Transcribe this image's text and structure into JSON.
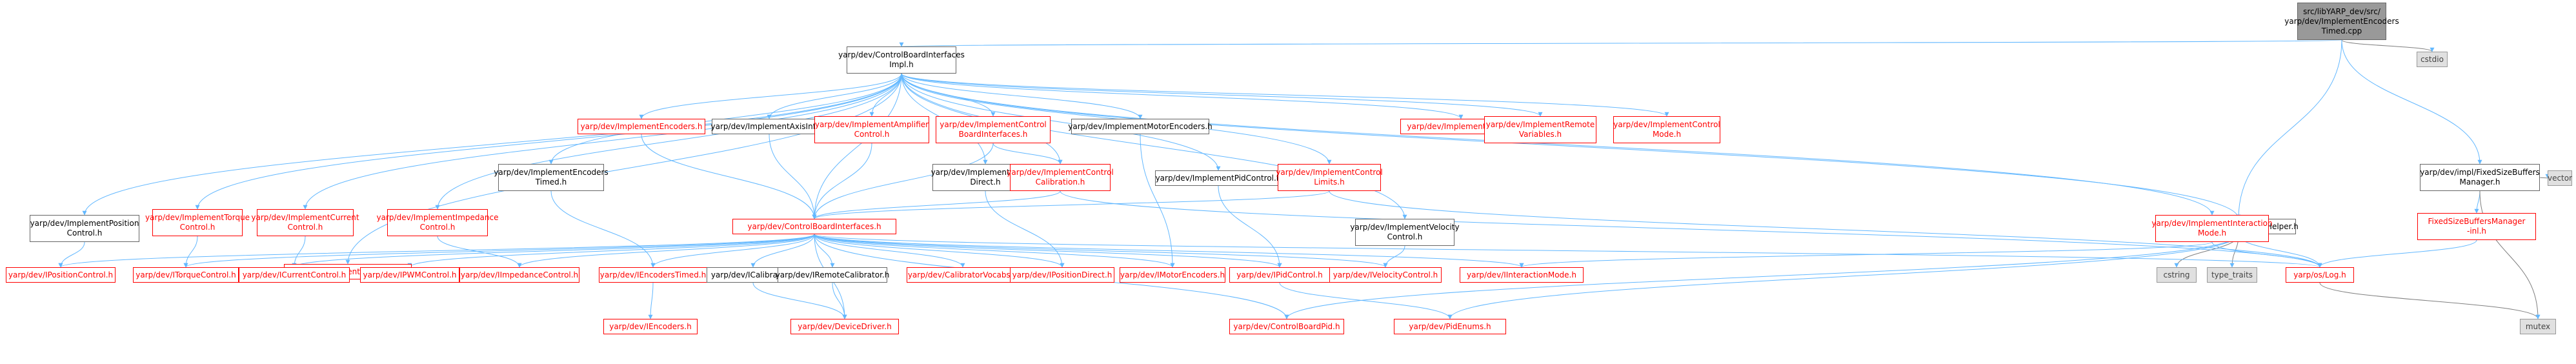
{
  "colors": {
    "edge": "#63b8ff",
    "edge_gray": "#7f7f7f",
    "missing": "#ff0000"
  },
  "nodes": [
    {
      "id": "root",
      "lines": [
        "src/libYARP_dev/src/",
        "yarp/dev/ImplementEncoders",
        "Timed.cpp"
      ],
      "style": "root"
    },
    {
      "id": "cbii",
      "lines": [
        "yarp/dev/ControlBoardInterfaces",
        "Impl.h"
      ],
      "style": "normal"
    },
    {
      "id": "cstdio",
      "lines": [
        "cstdio"
      ],
      "style": "gray"
    },
    {
      "id": "fsb",
      "lines": [
        "yarp/dev/impl/FixedSizeBuffers",
        "Manager.h"
      ],
      "style": "normal"
    },
    {
      "id": "vector",
      "lines": [
        "vector"
      ],
      "style": "gray"
    },
    {
      "id": "fsbinl",
      "lines": [
        "FixedSizeBuffersManager",
        "-inl.h"
      ],
      "style": "red"
    },
    {
      "id": "mutex",
      "lines": [
        "mutex"
      ],
      "style": "gray"
    },
    {
      "id": "cbh",
      "lines": [
        "yarp/dev/ControlBoardHelper.h"
      ],
      "style": "normal"
    },
    {
      "id": "cstring",
      "lines": [
        "cstring"
      ],
      "style": "gray"
    },
    {
      "id": "typetraits",
      "lines": [
        "type_traits"
      ],
      "style": "gray"
    },
    {
      "id": "log",
      "lines": [
        "yarp/os/Log.h"
      ],
      "style": "red"
    },
    {
      "id": "cbi",
      "lines": [
        "yarp/dev/ControlBoardInterfaces.h"
      ],
      "style": "red"
    },
    {
      "id": "implpos",
      "lines": [
        "yarp/dev/ImplementPosition",
        "Control.h"
      ],
      "style": "normal"
    },
    {
      "id": "impltorque",
      "lines": [
        "yarp/dev/ImplementTorque",
        "Control.h"
      ],
      "style": "red"
    },
    {
      "id": "implcurrent",
      "lines": [
        "yarp/dev/ImplementCurrent",
        "Control.h"
      ],
      "style": "red"
    },
    {
      "id": "implpwm",
      "lines": [
        "yarp/dev/ImplementPWMControl.h"
      ],
      "style": "red"
    },
    {
      "id": "implimped",
      "lines": [
        "yarp/dev/ImplementImpedance",
        "Control.h"
      ],
      "style": "red"
    },
    {
      "id": "implenctimed",
      "lines": [
        "yarp/dev/ImplementEncoders",
        "Timed.h"
      ],
      "style": "normal"
    },
    {
      "id": "implenc",
      "lines": [
        "yarp/dev/ImplementEncoders.h"
      ],
      "style": "red"
    },
    {
      "id": "implaxis",
      "lines": [
        "yarp/dev/ImplementAxisInfo.h"
      ],
      "style": "normal"
    },
    {
      "id": "implamp",
      "lines": [
        "yarp/dev/ImplementAmplifier",
        "Control.h"
      ],
      "style": "red"
    },
    {
      "id": "implposdir",
      "lines": [
        "yarp/dev/ImplementPosition",
        "Direct.h"
      ],
      "style": "normal"
    },
    {
      "id": "implcbi",
      "lines": [
        "yarp/dev/ImplementControl",
        "BoardInterfaces.h"
      ],
      "style": "red"
    },
    {
      "id": "implcalib",
      "lines": [
        "yarp/dev/ImplementControl",
        "Calibration.h"
      ],
      "style": "red"
    },
    {
      "id": "implmotenc",
      "lines": [
        "yarp/dev/ImplementMotorEncoders.h"
      ],
      "style": "normal"
    },
    {
      "id": "implpid",
      "lines": [
        "yarp/dev/ImplementPidControl.h"
      ],
      "style": "normal"
    },
    {
      "id": "impllimits",
      "lines": [
        "yarp/dev/ImplementControl",
        "Limits.h"
      ],
      "style": "red"
    },
    {
      "id": "implvel",
      "lines": [
        "yarp/dev/ImplementVelocity",
        "Control.h"
      ],
      "style": "normal"
    },
    {
      "id": "implmotor",
      "lines": [
        "yarp/dev/ImplementMotor.h"
      ],
      "style": "red"
    },
    {
      "id": "implremote",
      "lines": [
        "yarp/dev/ImplementRemote",
        "Variables.h"
      ],
      "style": "red"
    },
    {
      "id": "implmode",
      "lines": [
        "yarp/dev/ImplementControl",
        "Mode.h"
      ],
      "style": "red"
    },
    {
      "id": "implinter",
      "lines": [
        "yarp/dev/ImplementInteraction",
        "Mode.h"
      ],
      "style": "red"
    },
    {
      "id": "ipos",
      "lines": [
        "yarp/dev/IPositionControl.h"
      ],
      "style": "red"
    },
    {
      "id": "itorque",
      "lines": [
        "yarp/dev/ITorqueControl.h"
      ],
      "style": "red"
    },
    {
      "id": "icurrent",
      "lines": [
        "yarp/dev/ICurrentControl.h"
      ],
      "style": "red"
    },
    {
      "id": "ipwm",
      "lines": [
        "yarp/dev/IPWMControl.h"
      ],
      "style": "red"
    },
    {
      "id": "iimped",
      "lines": [
        "yarp/dev/IImpedanceControl.h"
      ],
      "style": "red"
    },
    {
      "id": "ienctimed",
      "lines": [
        "yarp/dev/IEncodersTimed.h"
      ],
      "style": "red"
    },
    {
      "id": "icalib",
      "lines": [
        "yarp/dev/ICalibrator.h"
      ],
      "style": "normal"
    },
    {
      "id": "iremotecalib",
      "lines": [
        "yarp/dev/IRemoteCalibrator.h"
      ],
      "style": "normal"
    },
    {
      "id": "calibvocabs",
      "lines": [
        "yarp/dev/CalibratorVocabs.h"
      ],
      "style": "red"
    },
    {
      "id": "iposdir",
      "lines": [
        "yarp/dev/IPositionDirect.h"
      ],
      "style": "red"
    },
    {
      "id": "imotenc",
      "lines": [
        "yarp/dev/IMotorEncoders.h"
      ],
      "style": "red"
    },
    {
      "id": "ipid",
      "lines": [
        "yarp/dev/IPidControl.h"
      ],
      "style": "red"
    },
    {
      "id": "ivel",
      "lines": [
        "yarp/dev/IVelocityControl.h"
      ],
      "style": "red"
    },
    {
      "id": "iinter",
      "lines": [
        "yarp/dev/IInteractionMode.h"
      ],
      "style": "red"
    },
    {
      "id": "ienc",
      "lines": [
        "yarp/dev/IEncoders.h"
      ],
      "style": "red"
    },
    {
      "id": "devdriver",
      "lines": [
        "yarp/dev/DeviceDriver.h"
      ],
      "style": "red"
    },
    {
      "id": "cbpid",
      "lines": [
        "yarp/dev/ControlBoardPid.h"
      ],
      "style": "red"
    },
    {
      "id": "pidenums",
      "lines": [
        "yarp/dev/PidEnums.h"
      ],
      "style": "red"
    }
  ],
  "edges": [
    [
      "root",
      "cbii"
    ],
    [
      "root",
      "cstdio"
    ],
    [
      "root",
      "fsb"
    ],
    [
      "root",
      "cbh"
    ],
    [
      "fsb",
      "vector"
    ],
    [
      "fsb",
      "fsbinl"
    ],
    [
      "fsb",
      "mutex"
    ],
    [
      "fsbinl",
      "log"
    ],
    [
      "cbii",
      "cbh"
    ],
    [
      "cbii",
      "cbi"
    ],
    [
      "cbii",
      "implpos"
    ],
    [
      "cbii",
      "impltorque"
    ],
    [
      "cbii",
      "implcurrent"
    ],
    [
      "cbii",
      "implpwm"
    ],
    [
      "cbii",
      "implimped"
    ],
    [
      "cbii",
      "implenctimed"
    ],
    [
      "cbii",
      "implenc"
    ],
    [
      "cbii",
      "implaxis"
    ],
    [
      "cbii",
      "implamp"
    ],
    [
      "cbii",
      "implposdir"
    ],
    [
      "cbii",
      "implcbi"
    ],
    [
      "cbii",
      "implcalib"
    ],
    [
      "cbii",
      "implmotenc"
    ],
    [
      "cbii",
      "implpid"
    ],
    [
      "cbii",
      "impllimits"
    ],
    [
      "cbii",
      "implvel"
    ],
    [
      "cbii",
      "implmotor"
    ],
    [
      "cbii",
      "implremote"
    ],
    [
      "cbii",
      "implmode"
    ],
    [
      "cbii",
      "implinter"
    ],
    [
      "cbh",
      "cstring"
    ],
    [
      "cbh",
      "typetraits"
    ],
    [
      "cbh",
      "log"
    ],
    [
      "cbh",
      "cbpid"
    ],
    [
      "cbh",
      "pidenums"
    ],
    [
      "log",
      "mutex"
    ],
    [
      "implpos",
      "ipos"
    ],
    [
      "impltorque",
      "itorque"
    ],
    [
      "implcurrent",
      "icurrent"
    ],
    [
      "implpwm",
      "ipwm"
    ],
    [
      "implimped",
      "iimped"
    ],
    [
      "implenctimed",
      "ienctimed"
    ],
    [
      "implenc",
      "cbi"
    ],
    [
      "implaxis",
      "cbi"
    ],
    [
      "implamp",
      "cbi"
    ],
    [
      "implposdir",
      "iposdir"
    ],
    [
      "implcbi",
      "cbi"
    ],
    [
      "implcbi",
      "implcalib"
    ],
    [
      "implcalib",
      "cbi"
    ],
    [
      "implcalib",
      "log"
    ],
    [
      "implmotenc",
      "imotenc"
    ],
    [
      "implpid",
      "ipid"
    ],
    [
      "impllimits",
      "cbi"
    ],
    [
      "impllimits",
      "log"
    ],
    [
      "implvel",
      "ivel"
    ],
    [
      "implinter",
      "iinter"
    ],
    [
      "implinter",
      "log"
    ],
    [
      "cbi",
      "ipos"
    ],
    [
      "cbi",
      "itorque"
    ],
    [
      "cbi",
      "icurrent"
    ],
    [
      "cbi",
      "ipwm"
    ],
    [
      "cbi",
      "iimped"
    ],
    [
      "cbi",
      "ienctimed"
    ],
    [
      "cbi",
      "icalib"
    ],
    [
      "cbi",
      "iremotecalib"
    ],
    [
      "cbi",
      "calibvocabs"
    ],
    [
      "cbi",
      "iposdir"
    ],
    [
      "cbi",
      "imotenc"
    ],
    [
      "cbi",
      "ipid"
    ],
    [
      "cbi",
      "ivel"
    ],
    [
      "cbi",
      "iinter"
    ],
    [
      "cbi",
      "devdriver"
    ],
    [
      "cbi",
      "cbpid"
    ],
    [
      "cbi",
      "log"
    ],
    [
      "ienctimed",
      "ienc"
    ],
    [
      "icalib",
      "devdriver"
    ],
    [
      "iremotecalib",
      "devdriver"
    ],
    [
      "ipid",
      "pidenums"
    ]
  ]
}
